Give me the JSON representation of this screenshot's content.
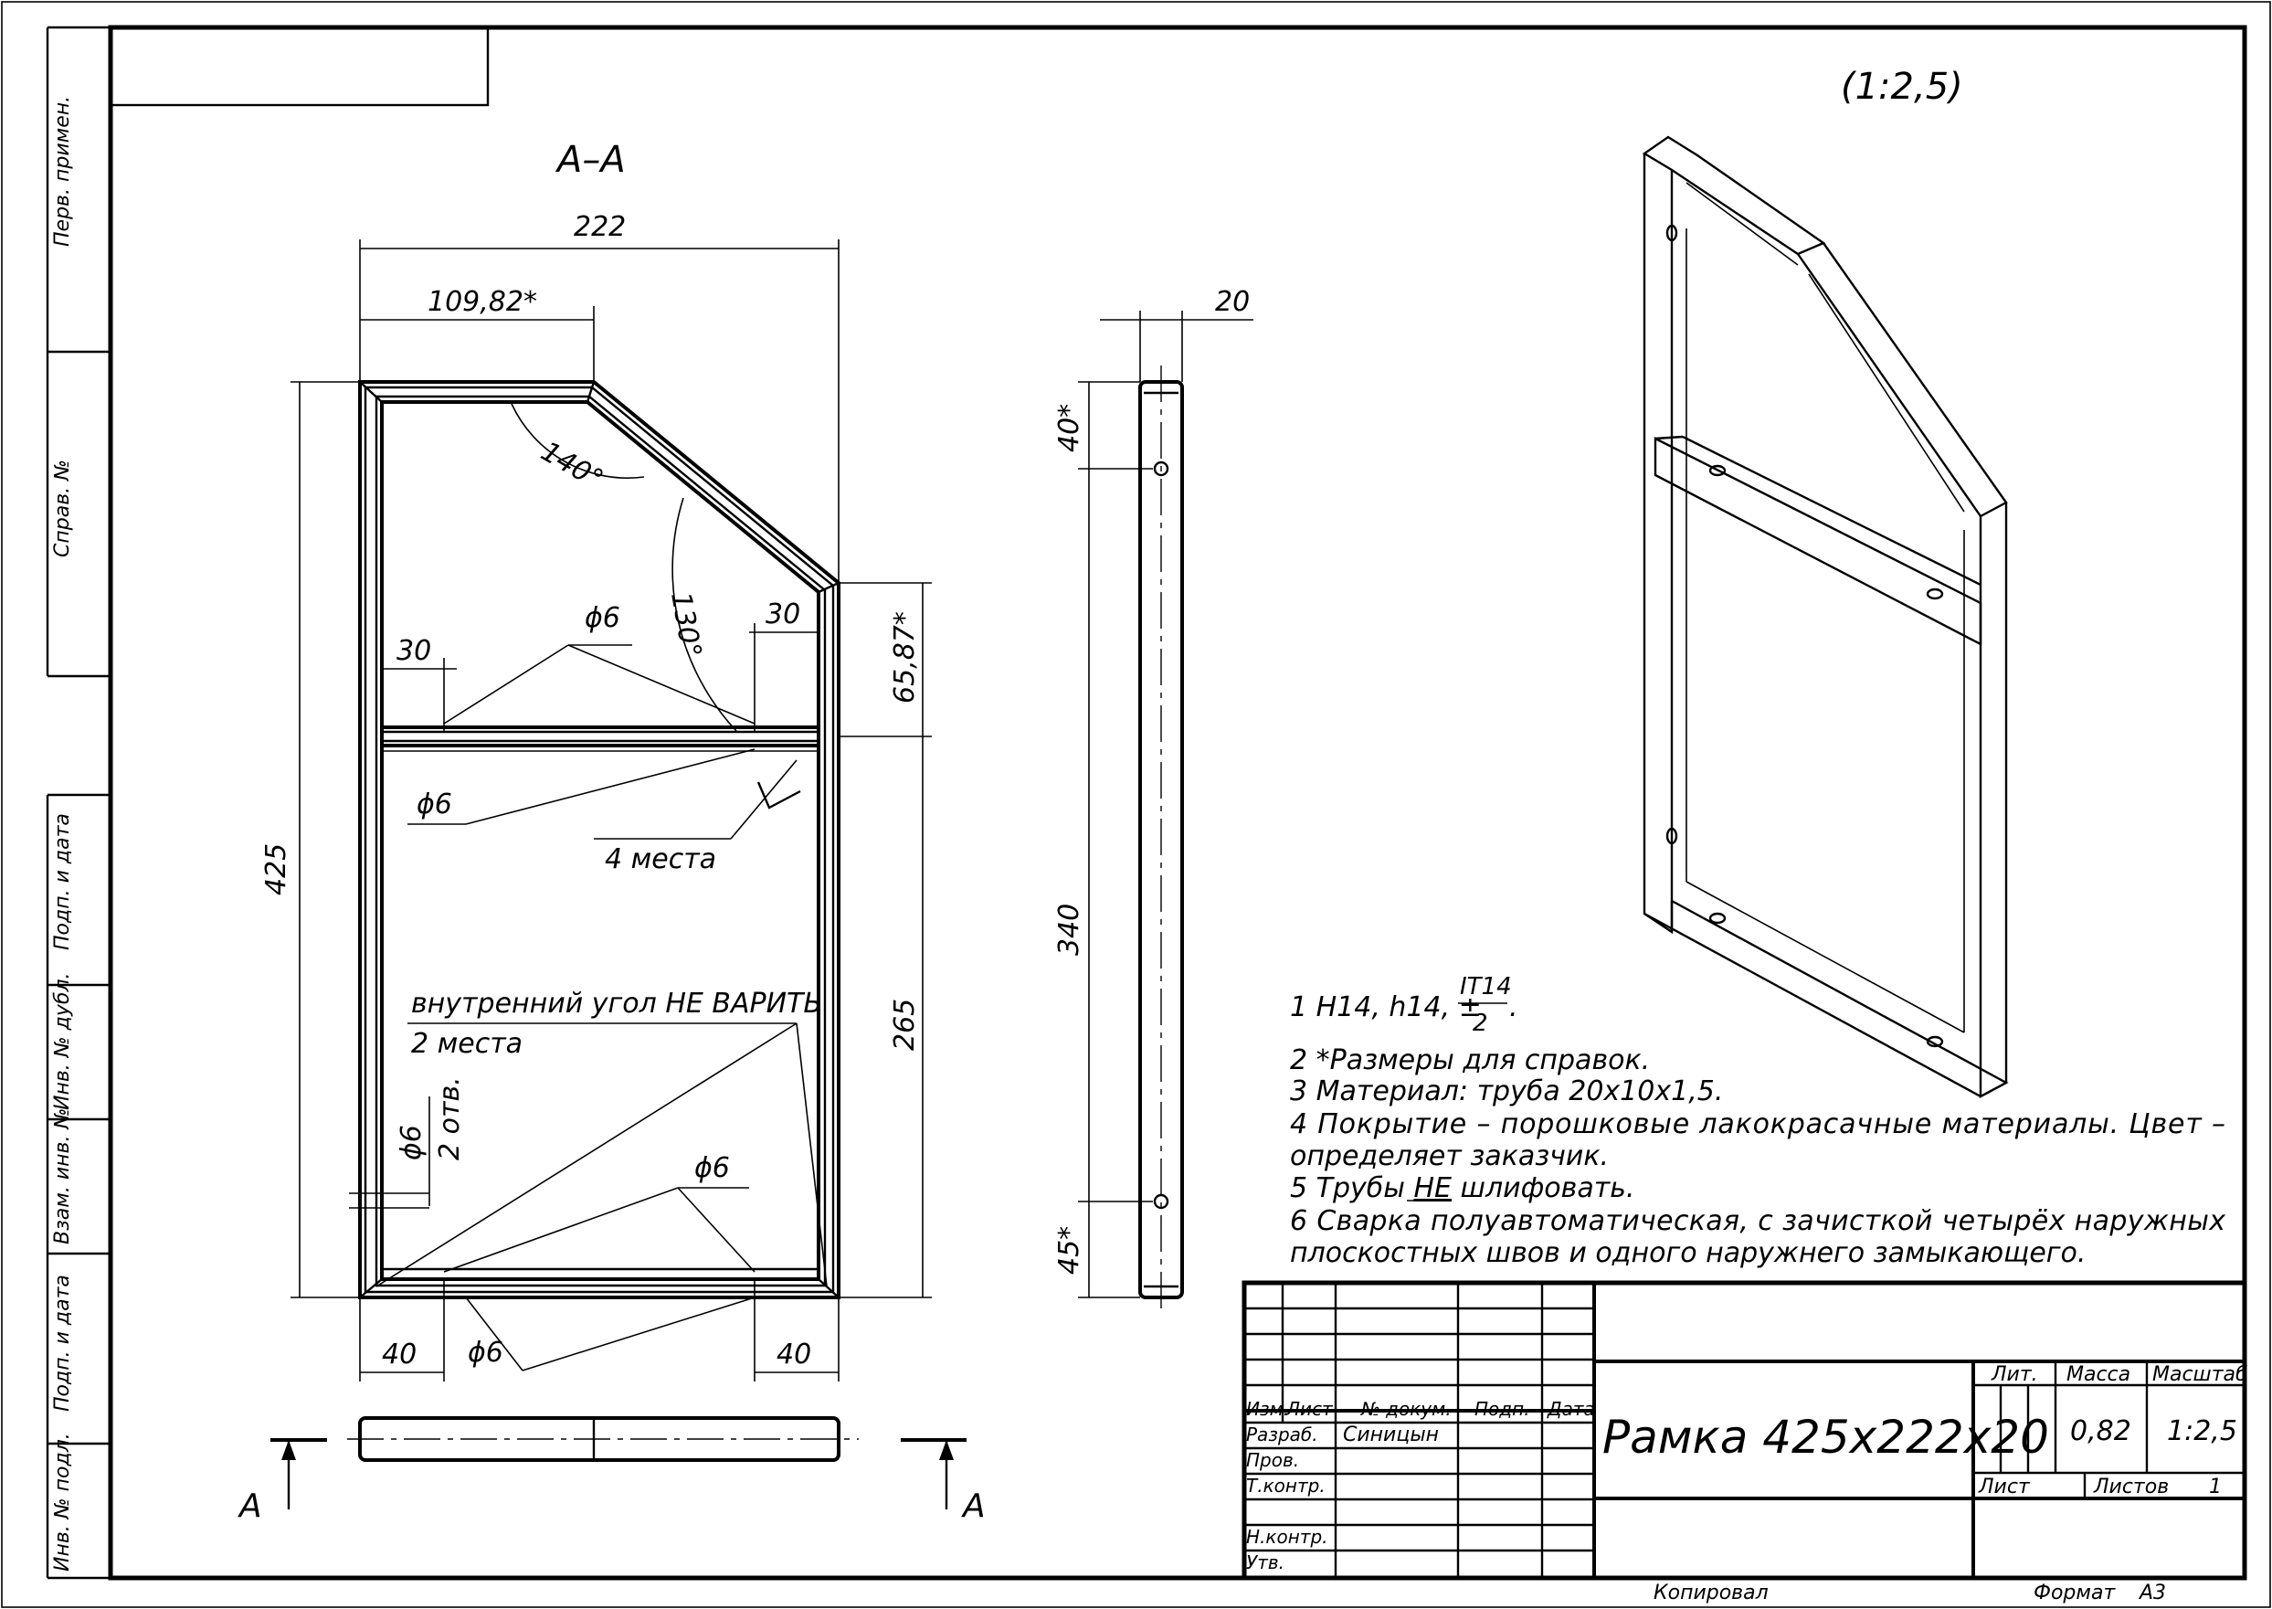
{
  "sheet": {
    "scale_label": "(1:2,5)",
    "section_label": "A–A",
    "section_mark": "A",
    "left_strip": {
      "perv_primen": "Перв. примен.",
      "sprav_no": "Справ. №",
      "podp_data_1": "Подп. и дата",
      "inv_dubl": "Инв. № дубл.",
      "vzam_inv": "Взам. инв. №",
      "podp_data_2": "Подп. и дата",
      "inv_podl": "Инв. № подл."
    },
    "footer": {
      "copied": "Копировал",
      "format": "Формат",
      "format_value": "A3"
    }
  },
  "front_view": {
    "dims": {
      "width": "222",
      "top_width": "109,82*",
      "height": "425",
      "lower_height": "265",
      "corner_height": "65,87*",
      "hole_left": "30",
      "hole_right": "30",
      "bottom_left": "40",
      "bottom_right": "40",
      "angle_1": "140°",
      "angle_2": "130°"
    },
    "callouts": {
      "phi6": "ϕ6",
      "places_4": "4 места",
      "holes_2": "2 отв.",
      "weld_note": "внутренний угол НЕ ВАРИТЬ",
      "places_2": "2 места"
    }
  },
  "side_view": {
    "dims": {
      "thickness": "20",
      "top": "40*",
      "middle": "340",
      "bottom": "45*"
    }
  },
  "notes": {
    "n1_prefix": "1 H14, h14, ±",
    "n1_numerator": "IT14",
    "n1_denominator": "2",
    "n1_suffix": ".",
    "n2": "2  *Размеры для справок.",
    "n3": "3 Материал: труба 20х10х1,5.",
    "n4a": "4 Покрытие – порошковые лакокрасачные материалы. Цвет –",
    "n4b": "определяет заказчик.",
    "n5a": "5 Трубы ",
    "n5b": "НЕ",
    "n5c": " шлифовать.",
    "n6a": "6 Сварка полуавтоматическая, с зачисткой четырёх наружных",
    "n6b": "плоскостных швов и одного наружнего замыкающего."
  },
  "title_block": {
    "headers": {
      "izm": "Изм.",
      "list": "Лист",
      "doc": "№ докум.",
      "podp": "Подп.",
      "date": "Дата"
    },
    "rows": {
      "razrab": "Разраб.",
      "prov": "Пров.",
      "tkontr": "Т.контр.",
      "nkontr": "Н.контр.",
      "utv": "Утв."
    },
    "developer": "Синицын",
    "name": "Рамка 425х222х20",
    "lit": "Лит.",
    "massa": "Масса",
    "masshtab": "Масштаб",
    "mass_value": "0,82",
    "scale_value": "1:2,5",
    "list_label": "Лист",
    "listov_label": "Листов",
    "listov_value": "1"
  }
}
